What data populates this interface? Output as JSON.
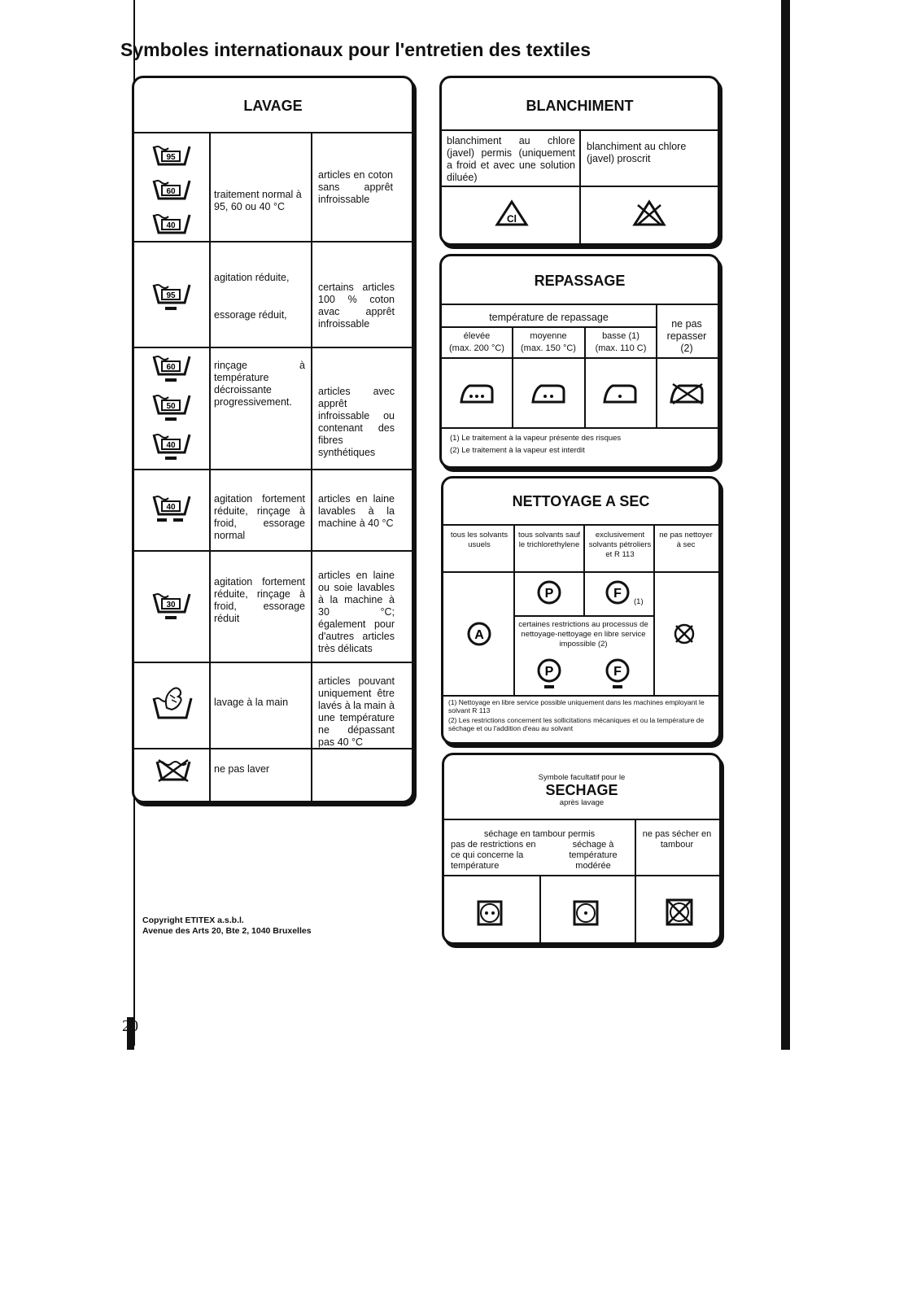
{
  "page": {
    "title": "Symboles internationaux pour l'entretien des textiles",
    "page_number": "20",
    "copyright_line1": "Copyright ETITEX a.s.b.l.",
    "copyright_line2": "Avenue des Arts 20, Bte 2, 1040 Bruxelles"
  },
  "lavage": {
    "title": "LAVAGE",
    "rows": [
      {
        "temps": [
          "95",
          "60",
          "40"
        ],
        "treatment": "traitement normal à 95, 60 ou 40 °C",
        "articles": "articles en coton sans apprêt infroissable"
      },
      {
        "temps": [
          "95"
        ],
        "treatment": "agitation réduite,",
        "articles": "certains articles 100 % coton avac apprêt infroissable"
      },
      {
        "temps": [
          "60",
          "50",
          "40"
        ],
        "treatment": "essorage réduit,",
        "treatment2": "rinçage à température décroissante progressivement.",
        "articles": "articles avec apprêt infroissable ou contenant des fibres synthétiques"
      },
      {
        "temps": [
          "40"
        ],
        "treatment": "agitation fortement réduite, rinçage à froid, essorage normal",
        "articles": "articles en laine lavables à la machine à 40 °C"
      },
      {
        "temps": [
          "30"
        ],
        "treatment": "agitation fortement réduite, rinçage à froid, essorage réduit",
        "articles": "articles en laine ou soie lavables à la machine à 30 °C; également pour d'autres articles très délicats"
      },
      {
        "temps": [],
        "treatment": "lavage à la main",
        "articles": "articles pouvant uniquement être lavés à la main à une température ne dépassant pas 40 °C"
      },
      {
        "temps": [],
        "treatment": "ne pas laver",
        "articles": ""
      }
    ]
  },
  "blanchiment": {
    "title": "BLANCHIMENT",
    "allowed": "blanchiment au chlore (javel) permis (uniquement a froid et avec une solution diluée)",
    "forbidden": "blanchiment au chlore (javel) proscrit",
    "symbol_text": "Cl"
  },
  "repassage": {
    "title": "REPASSAGE",
    "temp_header": "température de repassage",
    "no_iron": "ne pas repasser (2)",
    "levels": [
      {
        "label": "élevée",
        "max": "(max. 200 °C)"
      },
      {
        "label": "moyenne",
        "max": "(max. 150 °C)"
      },
      {
        "label": "basse (1)",
        "max": "(max. 110 C)"
      }
    ],
    "note1": "(1) Le traitement à la vapeur présente des risques",
    "note2": "(2) Le traitement à la vapeur est interdit"
  },
  "nettoyage": {
    "title": "NETTOYAGE A SEC",
    "headers": [
      "tous les solvants usuels",
      "tous solvants sauf le trichlorethylene",
      "exclusivement solvants pétroliers et R 113",
      "ne pas nettoyer à sec"
    ],
    "letters": {
      "a": "A",
      "p": "P",
      "f": "F"
    },
    "f_note": "(1)",
    "restriction": "certaines restrictions au processus de nettoyage-nettoyage en libre service impossible (2)",
    "note1": "(1) Nettoyage en libre service possible uniquement dans les machines employant le solvant R 113",
    "note2": "(2) Les restrictions concernent les sollicitations mécaniques et ou la température de séchage et ou l'addition d'eau au solvant"
  },
  "sechage": {
    "pre": "Symbole facultatif pour le",
    "title": "SECHAGE",
    "post": "après lavage",
    "tumble_allowed": "séchage en tambour permis",
    "no_restriction": "pas de restrictions en ce qui concerne la température",
    "moderate": "séchage à température modérée",
    "no_tumble": "ne pas sécher en tambour"
  }
}
